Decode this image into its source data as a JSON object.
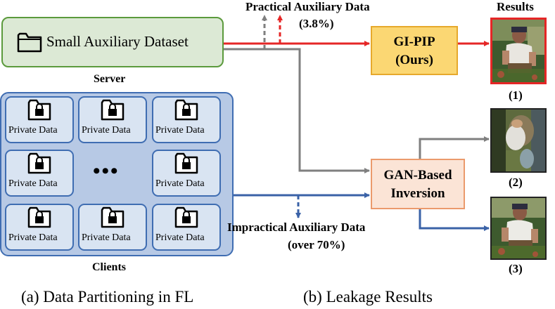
{
  "auxiliary_box": {
    "label": "Small Auxiliary Dataset",
    "icon": "folder-icon"
  },
  "server_label": "Server",
  "clients_label": "Clients",
  "client_label": "Private Data",
  "client_icon": "locked-folder-icon",
  "ellipsis": "•••",
  "practical": {
    "title": "Practical Auxiliary Data",
    "value": "(3.8%)"
  },
  "impractical": {
    "title": "Impractical Auxiliary Data",
    "value": "(over 70%)"
  },
  "gipip": {
    "line1": "GI-PIP",
    "line2": "(Ours)"
  },
  "gan": {
    "line1": "GAN-Based",
    "line2": "Inversion"
  },
  "results_label": "Results",
  "result_labels": [
    "(1)",
    "(2)",
    "(3)"
  ],
  "captions": {
    "left": "(a) Data Partitioning in FL",
    "right": "(b) Leakage Results"
  },
  "colors": {
    "red_arrow": "#e52626",
    "gray_arrow": "#7f7f7f",
    "blue_arrow": "#3a62a7",
    "aux_fill": "#dce9d5",
    "server_fill": "#b7c9e5",
    "gipip_fill": "#fbd773",
    "gan_fill": "#fbe4d6"
  }
}
